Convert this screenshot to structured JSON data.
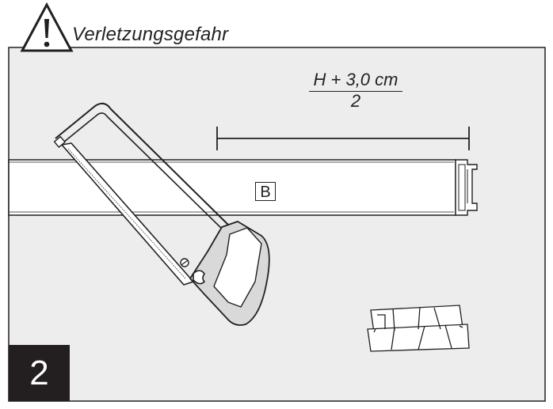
{
  "warning": {
    "icon": "warning-triangle-icon",
    "text": "Verletzungsgefahr"
  },
  "measurement": {
    "numerator": "H + 3,0 cm",
    "denominator": "2"
  },
  "part_label": "B",
  "step_number": "2",
  "colors": {
    "panel": "#ededed",
    "line": "#231f20",
    "step_box": "#231f20",
    "step_text": "#ffffff"
  }
}
